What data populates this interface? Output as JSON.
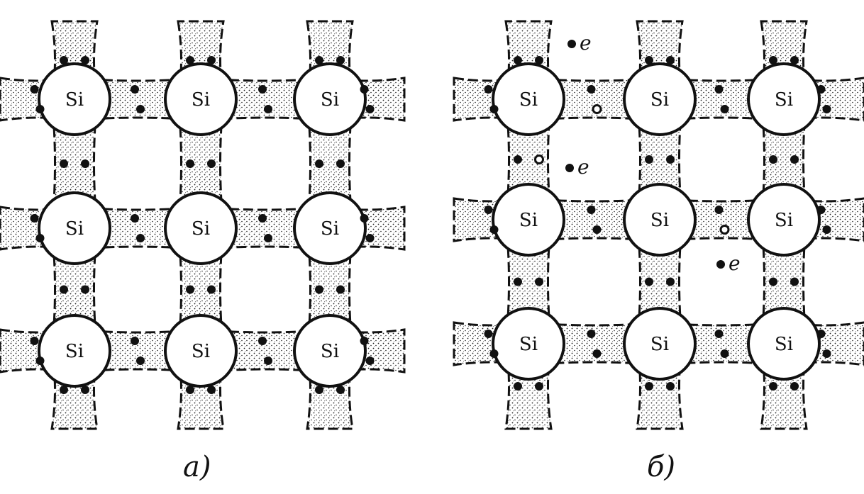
{
  "atom_label": "Si",
  "free_electron_label": "e",
  "captions": {
    "left": "а)",
    "right": "б)"
  },
  "panels": [
    {
      "id": "left",
      "free_electrons": [],
      "holes": []
    },
    {
      "id": "right",
      "free_electrons": [
        {
          "note": "top"
        },
        {
          "note": "middle-left"
        },
        {
          "note": "middle-right"
        }
      ],
      "holes": [
        {
          "note": "top-bond"
        },
        {
          "note": "left-bond"
        },
        {
          "note": "right-bond"
        }
      ]
    }
  ],
  "colors": {
    "ink": "#111111",
    "paper": "#ffffff"
  }
}
